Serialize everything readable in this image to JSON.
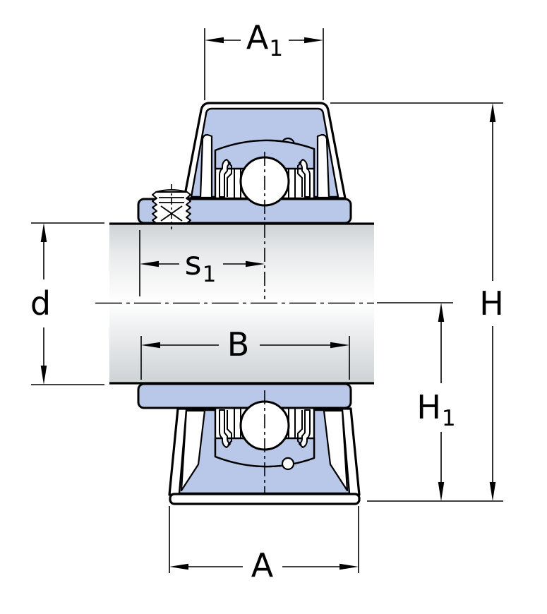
{
  "figure": {
    "type": "technical-drawing",
    "labels": {
      "a1": {
        "base": "A",
        "sub": "1"
      },
      "h": {
        "base": "H",
        "sub": ""
      },
      "h1": {
        "base": "H",
        "sub": "1"
      },
      "d": {
        "base": "d",
        "sub": ""
      },
      "s1": {
        "base": "s",
        "sub": "1"
      },
      "b": {
        "base": "B",
        "sub": ""
      },
      "a": {
        "base": "A",
        "sub": ""
      }
    },
    "colors": {
      "part_fill": "#b9c8e8",
      "line": "#000000",
      "background": "#ffffff",
      "shaft_light": "#fafafa",
      "shaft_dark": "#cdd2d5"
    }
  }
}
